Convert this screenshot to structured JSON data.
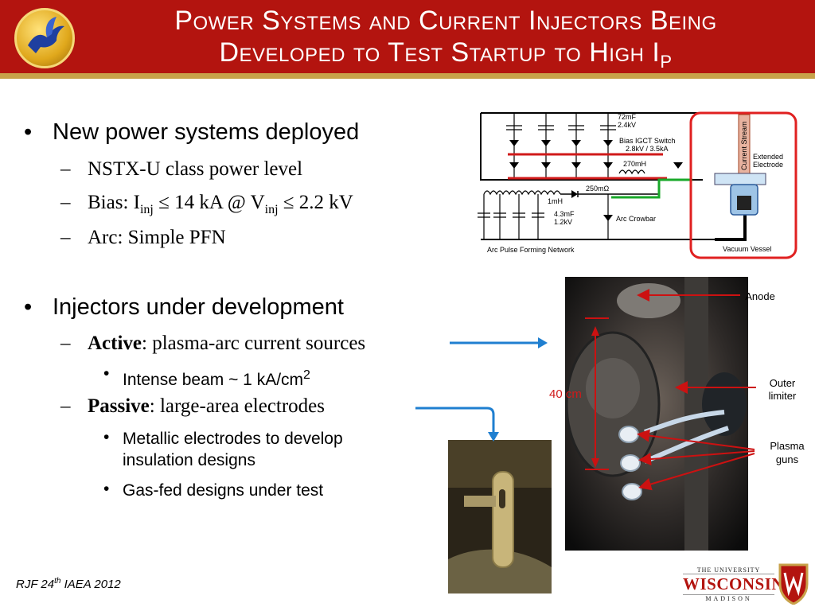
{
  "title": {
    "line1": "Power Systems and Current Injectors Being",
    "line2": "Developed to Test Startup to High I",
    "line2_sub": "P"
  },
  "bullets": {
    "power": {
      "heading": "New power systems deployed",
      "class": "NSTX-U class power level",
      "bias_pre": "Bias: I",
      "bias_sub1": "inj",
      "bias_mid": " ≤ 14 kA @ V",
      "bias_sub2": "inj",
      "bias_post": " ≤ 2.2 kV",
      "arc": "Arc: Simple PFN"
    },
    "injectors": {
      "heading": "Injectors under development",
      "active_bold": "Active",
      "active_rest": ": plasma-arc current sources",
      "active_detail": "Intense beam ~ 1 kA/cm",
      "active_detail_sup": "2",
      "passive_bold": "Passive",
      "passive_rest": ": large-area electrodes",
      "passive_detail1": "Metallic electrodes to develop insulation designs",
      "passive_detail2": "Gas-fed designs under test"
    }
  },
  "circuit": {
    "cap_top": "72mF",
    "cap_top_v": "2.4kV",
    "igct": "Bias IGCT Switch",
    "igct_rating": "2.8kV / 3.5kA",
    "inductor_top": "270mH",
    "resistor": "250mΩ",
    "inductor_pfn": "1mH",
    "cap_pfn": "4.3mF",
    "cap_pfn_v": "1.2kV",
    "crowbar": "Arc Crowbar",
    "current_stream": "Current Stream",
    "extended_electrode": "Extended Electrode",
    "vacuum_vessel": "Vacuum Vessel",
    "pfn_label": "Arc Pulse Forming Network"
  },
  "photo": {
    "scale": "40 cm",
    "anode": "Anode",
    "outer_limiter": "Outer limiter",
    "plasma_guns": "Plasma guns"
  },
  "footer": {
    "author": "RJF 24",
    "author_sup": "th",
    "event": " IAEA 2012"
  },
  "logo_uw": {
    "line1": "THE UNIVERSITY",
    "line2": "WISCONSIN",
    "line3": "MADISON"
  },
  "colors": {
    "header": "#b3140f",
    "rule": "#c8a24a",
    "arrow": "#cc1111",
    "blue_arrow": "#1f7fd0"
  }
}
